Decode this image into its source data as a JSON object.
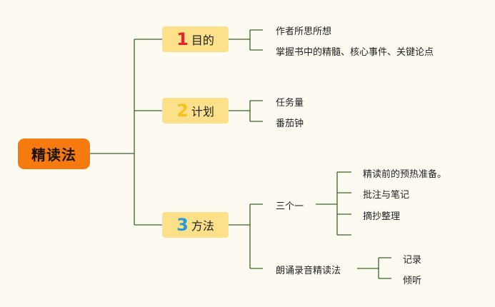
{
  "root": {
    "label": "精读法"
  },
  "branches": [
    {
      "number": "1",
      "label": "目的",
      "items": [
        "作者所思所想",
        "掌握书中的精髓、核心事件、关键论点"
      ]
    },
    {
      "number": "2",
      "label": "计划",
      "items": [
        "任务量",
        "番茄钟"
      ]
    },
    {
      "number": "3",
      "label": "方法",
      "items": [
        {
          "label": "三个一",
          "children": [
            "精读前的预热准备。",
            "批注与笔记",
            "摘抄整理",
            ""
          ]
        },
        {
          "label": "朗诵录音精读法",
          "children": [
            "记录",
            "倾听"
          ]
        }
      ]
    }
  ],
  "colors": {
    "background": "#fdfbf1",
    "root": "#f57b10",
    "branch": "#fde08a",
    "connector": "#3b6323",
    "number_1": "#e0262b",
    "number_2": "#f6c11e",
    "number_3": "#2a9ad8"
  }
}
